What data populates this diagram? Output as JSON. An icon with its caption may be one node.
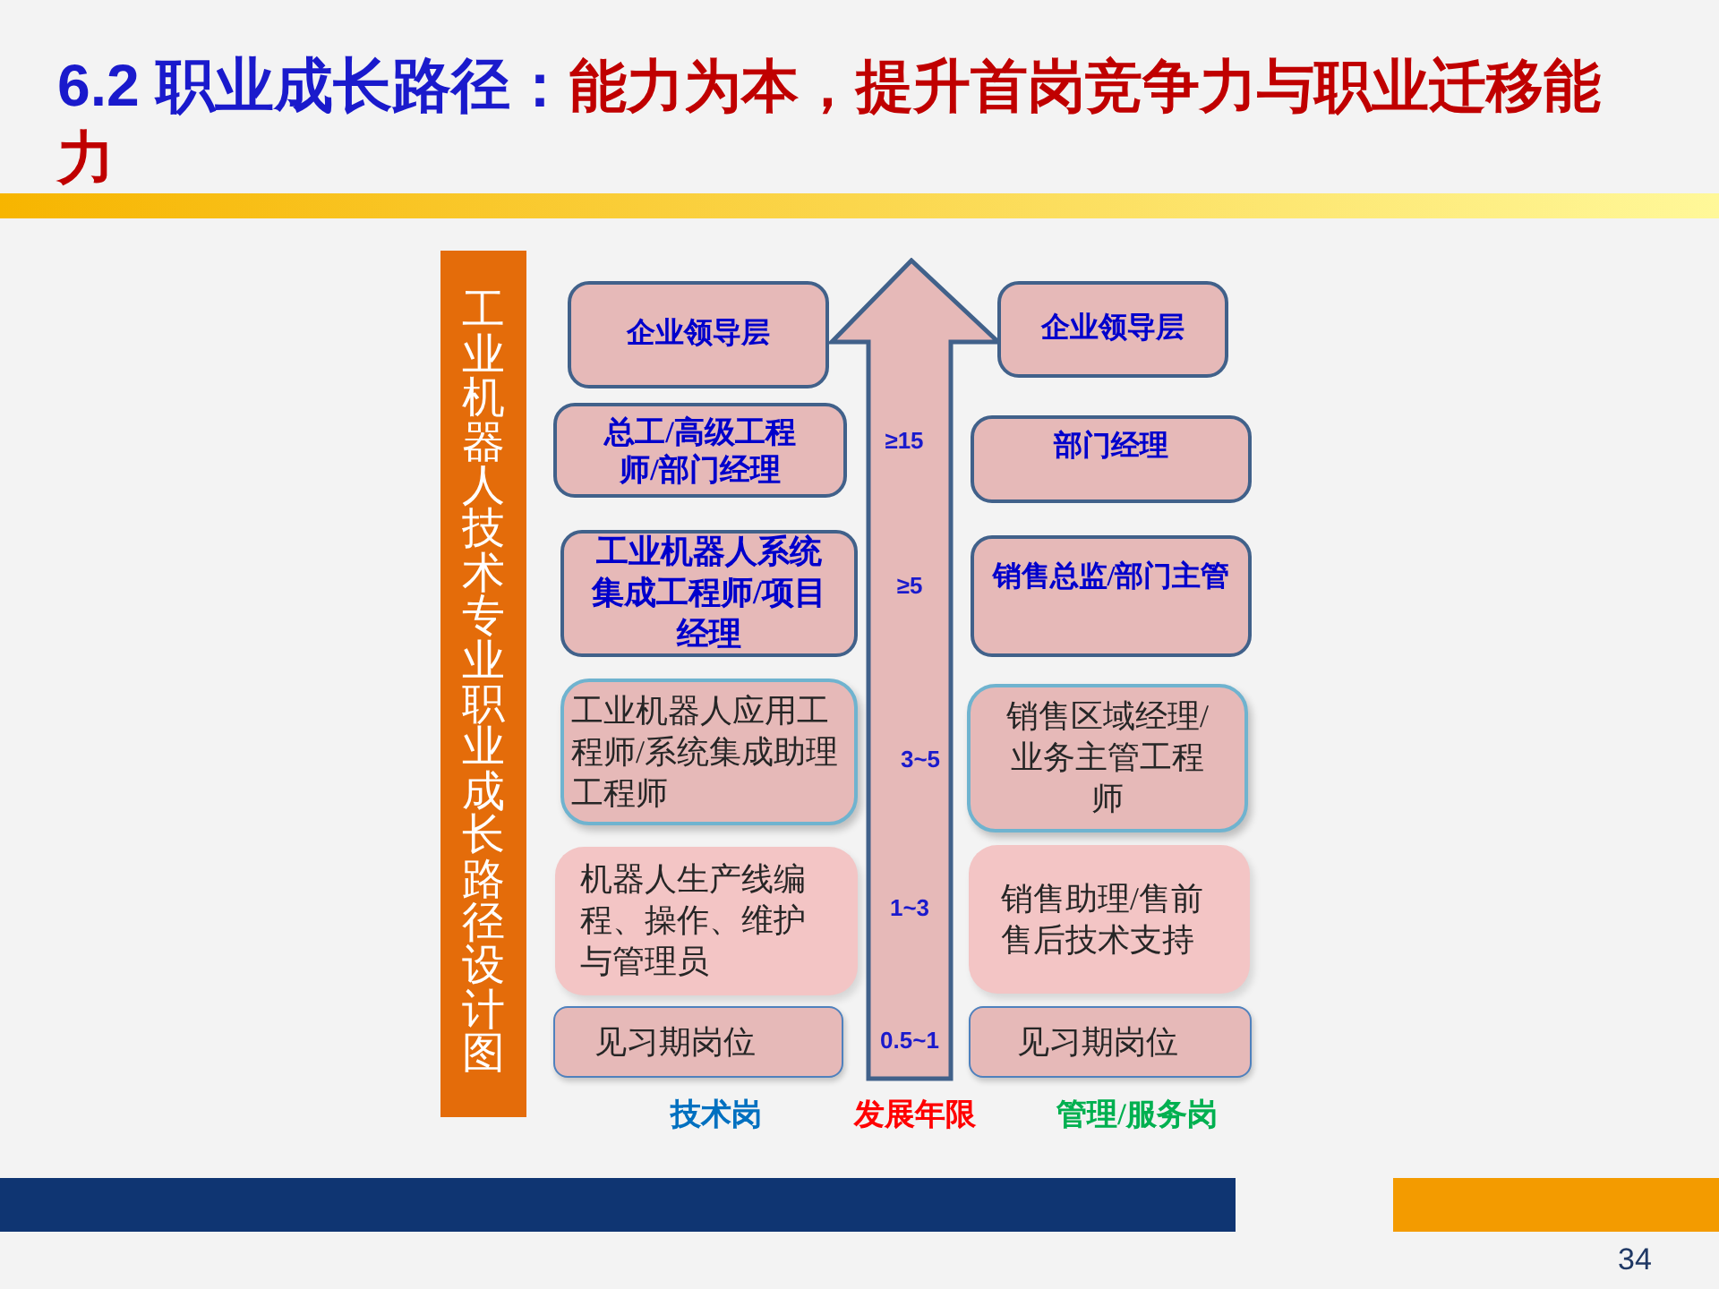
{
  "diagram": {
    "title": "6.2 职业成长路径：能力为本，提升首岗竞争力与职业迁移能力",
    "nodes": [
      {
        "text": [
          "工业机器人技术专业职业成长路径设计图"
        ]
      },
      {
        "text": [
          "企业领导层"
        ]
      },
      {
        "text": [
          "总工/高级工程师/部门经理"
        ]
      },
      {
        "text": [
          "工业机器人系统集成工程师/项目经理"
        ]
      },
      {
        "text": [
          "工业机器人应用工程师/系统集成助理工程师"
        ]
      },
      {
        "text": [
          "机器人生产线编程、操作、维护与管理员"
        ]
      },
      {
        "text": [
          "见习期岗位"
        ]
      },
      {
        "text": [
          "≥15",
          "≥5",
          "3~5",
          "1~3",
          "0.5~1"
        ]
      },
      {
        "text": [
          "企业领导层"
        ]
      },
      {
        "text": [
          "部门经理"
        ]
      },
      {
        "text": [
          "销售总监/部门主管"
        ]
      },
      {
        "text": [
          "销售区域经理/业务主管工程师"
        ]
      },
      {
        "text": [
          "销售助理/售前售后技术支持"
        ]
      },
      {
        "text": [
          "见习期岗位"
        ]
      }
    ],
    "labels": [
      "技术岗",
      "发展年限",
      "管理/服务岗",
      "34"
    ]
  }
}
